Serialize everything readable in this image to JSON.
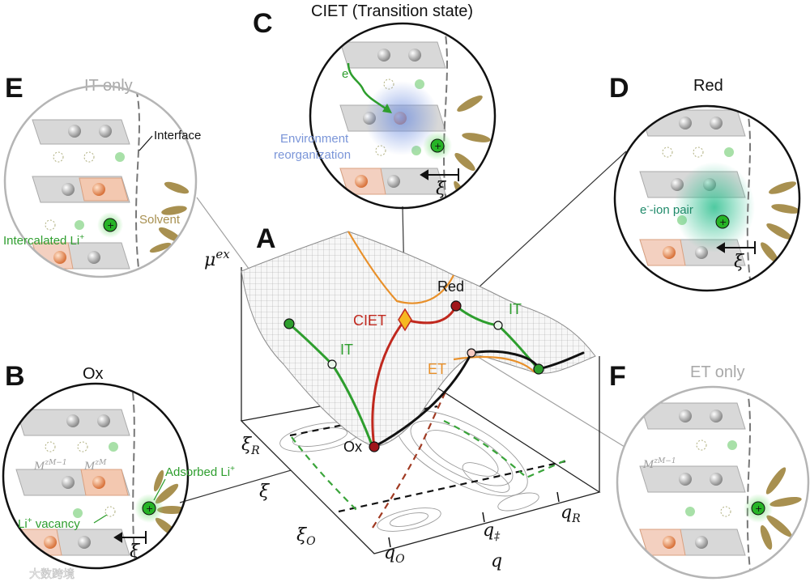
{
  "panels": {
    "A": {
      "letter": "A",
      "axis_mu": "μ",
      "axis_mu_sup": "ex",
      "xi_axis": "ξ",
      "xi_R": "ξ",
      "xi_R_sub": "R",
      "xi_O": "ξ",
      "xi_O_sub": "O",
      "q_axis": "q",
      "q_O": "q",
      "q_O_sub": "O",
      "q_dagger": "q",
      "q_dagger_sub": "‡",
      "q_R": "q",
      "q_R_sub": "R",
      "label_ox": "Ox",
      "label_red": "Red",
      "label_ciet": "CIET",
      "label_it1": "IT",
      "label_it2": "IT",
      "label_et": "ET"
    },
    "B": {
      "letter": "B",
      "title": "Ox",
      "m_left": "M",
      "m_left_sup": "z",
      "m_left_sub": "M",
      "m_left_tail": "−1",
      "m_right": "M",
      "m_right_sup": "z",
      "m_right_sub": "M",
      "adsorbed": "Adsorbed Li",
      "adsorbed_sup": "+",
      "vacancy": "Li",
      "vacancy_sup": "+",
      "vacancy_tail": " vacancy",
      "xi": "ξ"
    },
    "C": {
      "letter": "C",
      "title": "CIET (Transition state)",
      "electron": "e",
      "electron_sup": "-",
      "env_1": "Environment",
      "env_2": "reorganization",
      "xi": "ξ"
    },
    "D": {
      "letter": "D",
      "title": "Red",
      "pair": "e",
      "pair_sup": "-",
      "pair_tail": "-ion pair",
      "xi": "ξ"
    },
    "E": {
      "letter": "E",
      "title": "IT only",
      "interface": "Interface",
      "solvent": "Solvent",
      "intercalated": "Intercalated Li",
      "intercalated_sup": "+"
    },
    "F": {
      "letter": "F",
      "title": "ET only",
      "m_label": "M",
      "m_label_sup": "z",
      "m_label_sub": "M",
      "m_label_tail": "−1"
    }
  },
  "symbols": {
    "plus": "+"
  },
  "watermark": "大数跨境",
  "colors": {
    "green": "#2e9e2e",
    "li_green": "#26b426",
    "red": "#c0281e",
    "orange": "#e8902a",
    "olive": "#a89050",
    "surface": "#c8c8c8",
    "blue_glow": "#6f8fe0",
    "teal_glow": "#30c090",
    "circle_gray": "#8a8a8a"
  }
}
